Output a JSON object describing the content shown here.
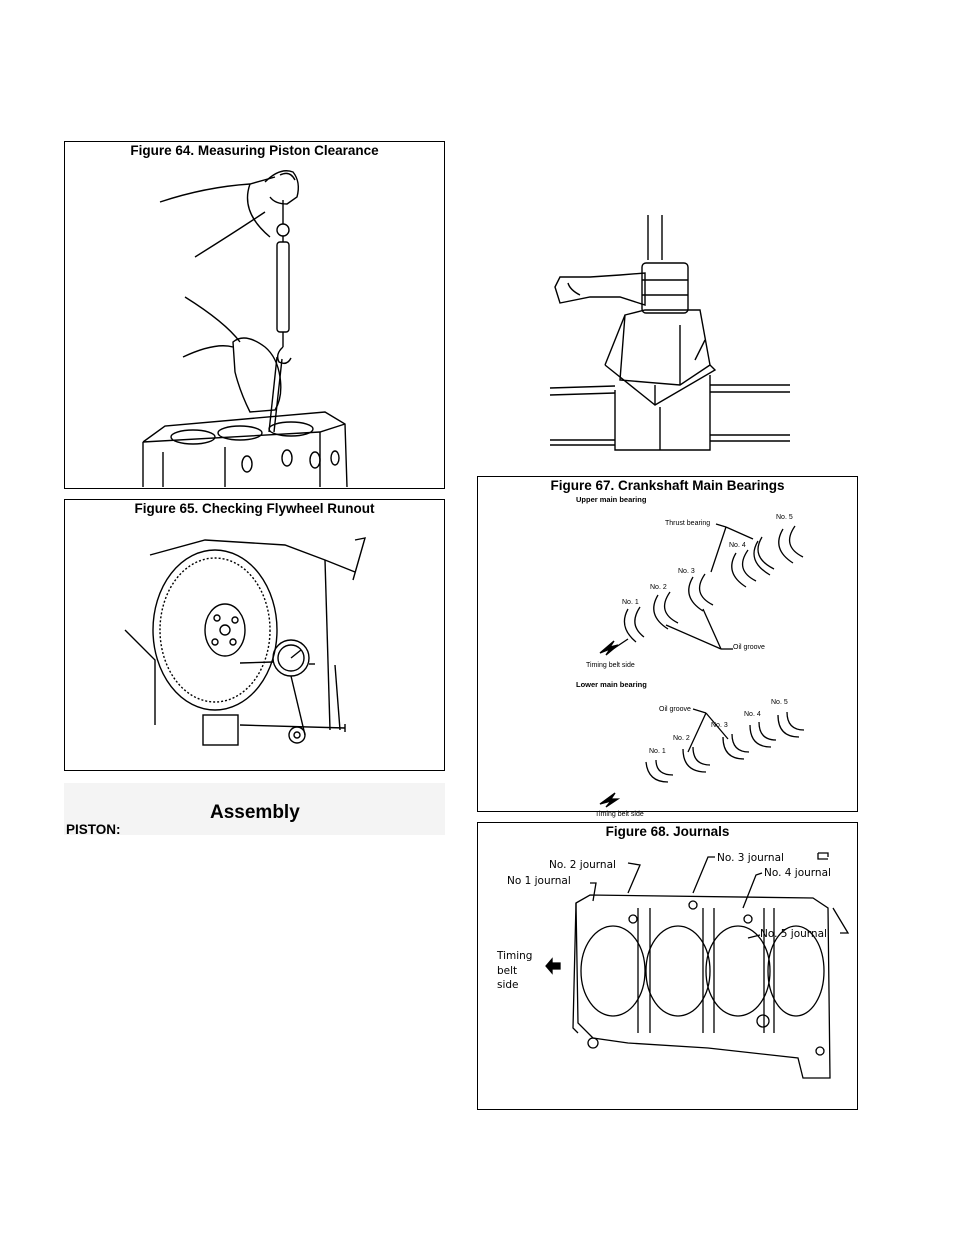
{
  "figures": {
    "fig64": {
      "title": "Figure 64. Measuring Piston Clearance"
    },
    "fig65": {
      "title": "Figure 65. Checking Flywheel Runout"
    },
    "fig67": {
      "title": "Figure 67. Crankshaft Main Bearings",
      "upper_label": "Upper main bearing",
      "lower_label": "Lower main bearing",
      "upper_callouts": {
        "thrust": "Thrust bearing",
        "no5": "No. 5",
        "no4": "No. 4",
        "no3": "No. 3",
        "no2": "No. 2",
        "no1": "No. 1",
        "oil_groove": "Oil groove",
        "timing": "Timing belt side"
      },
      "lower_callouts": {
        "oil_groove": "Oil groove",
        "no5": "No. 5",
        "no4": "No. 4",
        "no3": "No. 3",
        "no2": "No. 2",
        "no1": "No. 1",
        "timing": "Timing belt side"
      }
    },
    "fig68": {
      "title": "Figure 68. Journals",
      "callouts": {
        "j1": "No  1 journal",
        "j2": "No. 2 journal",
        "j3": "No. 3 journal",
        "j4": "No. 4 journal",
        "j5": "No. 5 journal",
        "timing1": "Timing",
        "timing2": "belt",
        "timing3": "side"
      }
    }
  },
  "section": {
    "heading": "Assembly",
    "subheading": "PISTON:"
  }
}
